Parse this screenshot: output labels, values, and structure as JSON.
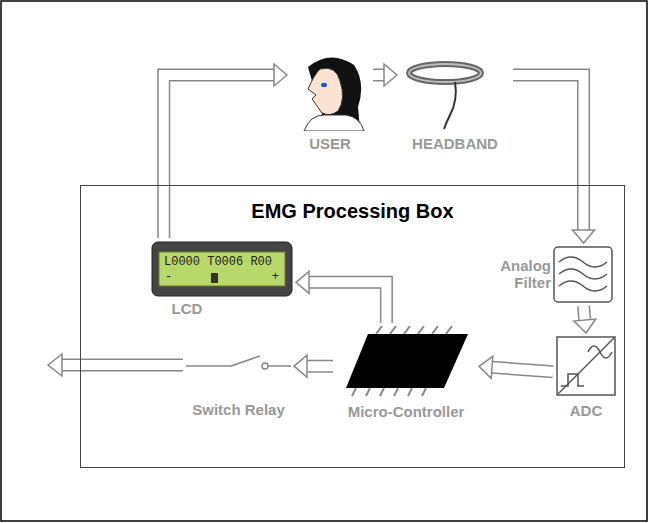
{
  "diagram": {
    "nodes": [
      {
        "text": [
          "USER"
        ]
      },
      {
        "text": [
          "HEADBAND"
        ]
      },
      {
        "text": [
          "EMG Processing Box"
        ]
      },
      {
        "text": [
          "L0000 T0006 R00",
          "-",
          "+",
          "LCD"
        ],
        "in": 2
      },
      {
        "text": [
          "Analog Filter"
        ],
        "in": 2
      },
      {
        "text": [
          "Micro-Controller"
        ],
        "in": 2
      },
      {
        "text": [
          "ADC"
        ],
        "in": 2
      },
      {
        "text": [
          "Switch Relay"
        ],
        "in": 2
      }
    ],
    "edges": [
      {
        "from": 0,
        "to": 1,
        "arrow": "to"
      },
      {
        "from": 1,
        "to": 4,
        "arrow": "to"
      },
      {
        "from": 4,
        "to": 6,
        "arrow": "to"
      },
      {
        "from": 6,
        "to": 5,
        "arrow": "to"
      },
      {
        "from": 5,
        "to": 3,
        "arrow": "to"
      },
      {
        "from": 5,
        "to": 7,
        "arrow": "to"
      },
      {
        "from": 3,
        "to": 0,
        "arrow": "to"
      }
    ]
  }
}
